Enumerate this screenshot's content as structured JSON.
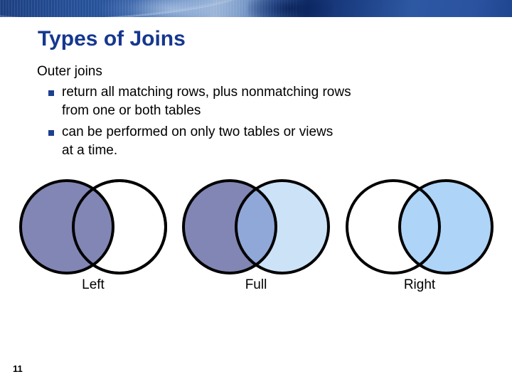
{
  "slide": {
    "title": "Types of Joins",
    "page_number": "11"
  },
  "body": {
    "heading": "Outer joins",
    "bullets": [
      {
        "line1": "return all matching rows, plus nonmatching rows",
        "line2": "from one or both tables"
      },
      {
        "line1": "can be performed on only two tables or views",
        "line2": "at a time."
      }
    ]
  },
  "diagrams": {
    "type": "venn-two-set",
    "colors": {
      "left_fill": "#8186b4",
      "right_fill": "#aed4f7",
      "right_fill_light": "#cce2f7",
      "overlap_full": "#8fa8d8",
      "unfilled": "#ffffff",
      "outline": "#000000"
    },
    "items": [
      {
        "label": "Left",
        "left_shaded": true,
        "right_shaded": false,
        "overlap_shaded": true,
        "left_color": "#8186b4",
        "right_color": "#ffffff",
        "overlap_color": "#8186b4"
      },
      {
        "label": "Full",
        "left_shaded": true,
        "right_shaded": true,
        "overlap_shaded": true,
        "left_color": "#8186b4",
        "right_color": "#cce2f7",
        "overlap_color": "#8fa8d8"
      },
      {
        "label": "Right",
        "left_shaded": false,
        "right_shaded": true,
        "overlap_shaded": true,
        "left_color": "#ffffff",
        "right_color": "#aed4f7",
        "overlap_color": "#aed4f7"
      }
    ]
  }
}
